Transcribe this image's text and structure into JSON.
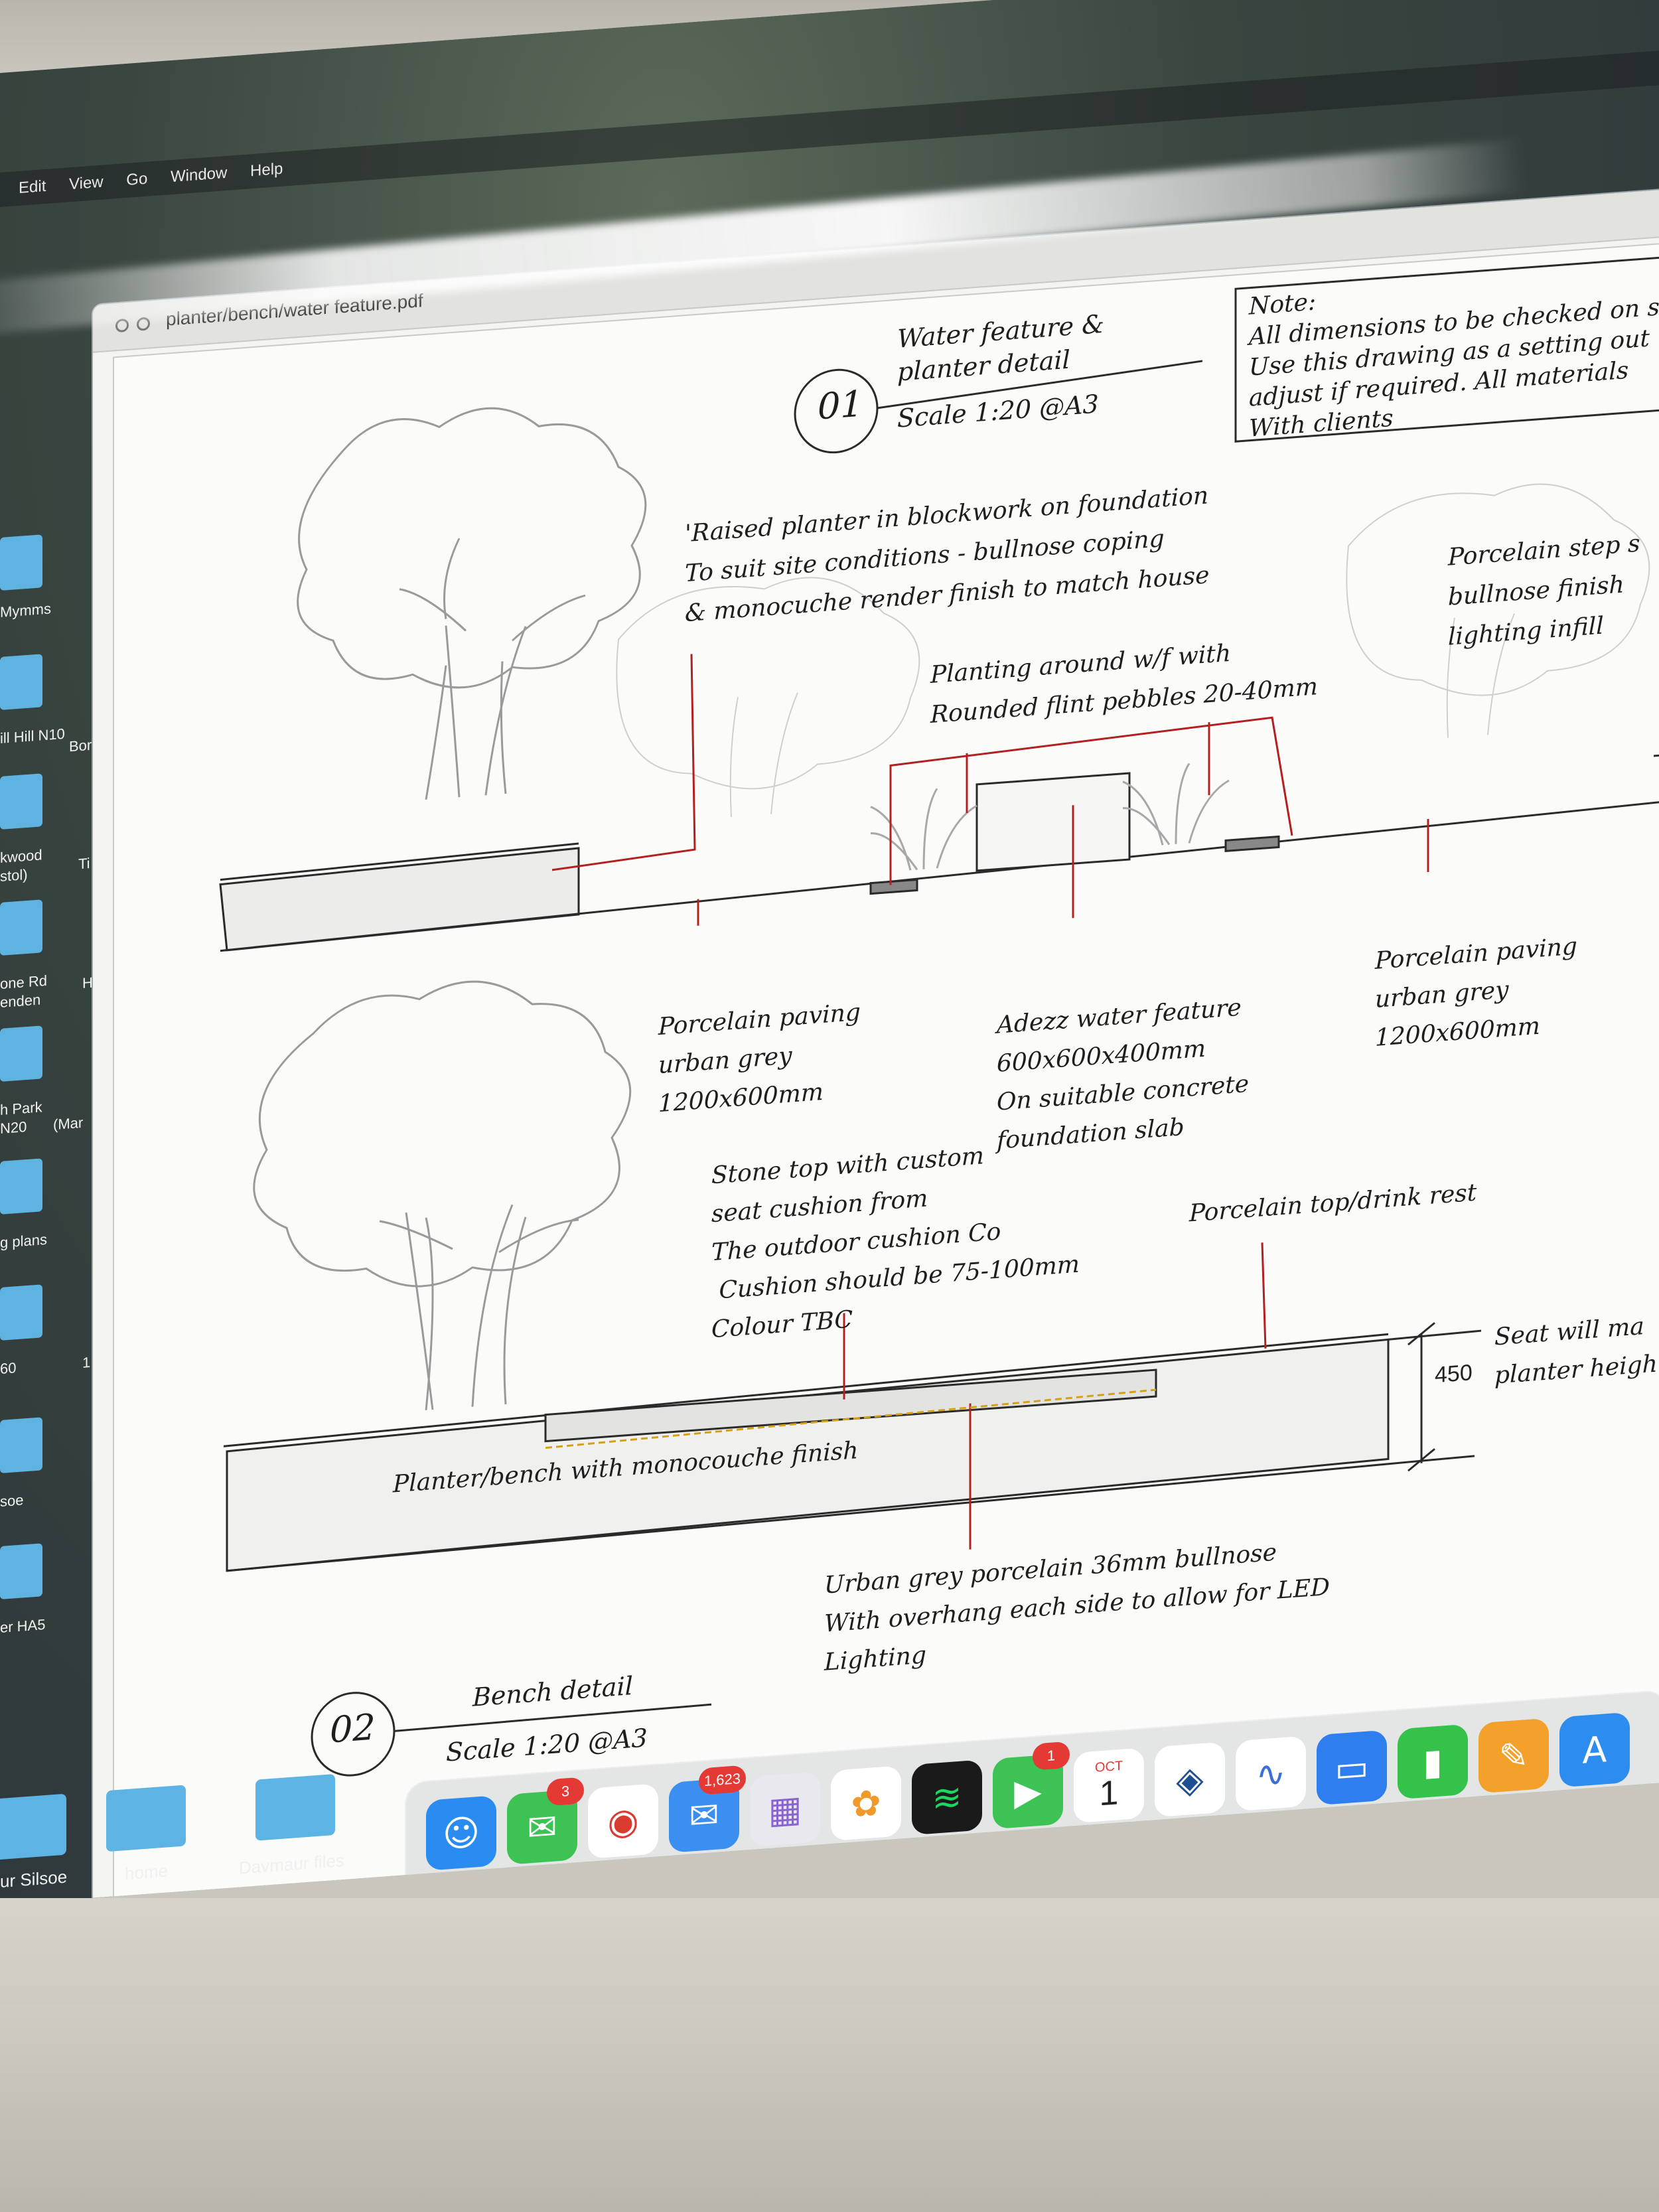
{
  "menubar": {
    "items": [
      "Edit",
      "View",
      "Go",
      "Window",
      "Help"
    ]
  },
  "desktop": {
    "labels": [
      "Mymms",
      "ill Hill N10",
      "Bor",
      "kwood",
      "stol)",
      "Ti",
      "one Rd",
      "enden",
      "H",
      "h Park",
      "N20",
      "(Mar",
      "g plans",
      "60",
      "1",
      "soe",
      "er HA5"
    ],
    "bottom_folders": [
      "ur Silsoe",
      "home",
      "Davmaur files"
    ]
  },
  "window": {
    "title": "planter/bench/water feature.pdf"
  },
  "drawing": {
    "section1": {
      "number": "01",
      "title_line1": "Water feature &",
      "title_line2": "planter detail",
      "scale": "Scale 1:20 @A3"
    },
    "note": {
      "heading": "Note:",
      "lines": [
        "All dimensions to be checked on s",
        "Use this drawing as a setting out",
        "adjust if required. All materials",
        "With clients"
      ]
    },
    "annotations": {
      "raised_planter": [
        "'Raised planter in blockwork on foundation",
        "To suit site conditions - bullnose coping",
        "& monocuche render finish to match house"
      ],
      "planting": [
        "Planting around w/f with",
        "Rounded flint pebbles 20-40mm"
      ],
      "porcelain_step": [
        "Porcelain step s",
        "bullnose finish",
        "lighting infill"
      ],
      "paving_left": [
        "Porcelain paving",
        "urban grey",
        "1200x600mm"
      ],
      "water_feature": [
        "Adezz water feature",
        "600x600x400mm",
        "On suitable concrete",
        "foundation slab"
      ],
      "paving_right": [
        "Porcelain paving",
        "urban grey",
        "1200x600mm"
      ],
      "stone_top": [
        "Stone top with custom",
        "seat cushion from",
        "The outdoor cushion Co",
        " Cushion should be 75-100mm",
        "Colour TBC"
      ],
      "porcelain_top": "Porcelain top/drink rest",
      "bench_body": "Planter/bench with monocouche finish",
      "seat_height": [
        "Seat will ma",
        "planter heigh"
      ],
      "dimension": "450",
      "bullnose": [
        "Urban grey porcelain 36mm bullnose",
        "With overhang each side to allow for LED",
        "Lighting"
      ]
    },
    "section2": {
      "number": "02",
      "title": "Bench detail",
      "scale": "Scale 1:20 @A3"
    }
  },
  "dock": {
    "apps": [
      {
        "name": "Finder",
        "icon": "finder-icon",
        "color": "#2a8cf0",
        "badge": "",
        "running": true
      },
      {
        "name": "Messages",
        "icon": "messages-icon",
        "color": "#3cc354",
        "badge": "3",
        "running": true
      },
      {
        "name": "Chrome",
        "icon": "chrome-icon",
        "color": "#ffffff",
        "badge": "",
        "running": true
      },
      {
        "name": "Mail",
        "icon": "mail-icon",
        "color": "#3b8ff0",
        "badge": "1,623",
        "running": true
      },
      {
        "name": "Launchpad",
        "icon": "launchpad-icon",
        "color": "#e8e8ee",
        "badge": "",
        "running": false
      },
      {
        "name": "Photos",
        "icon": "photos-icon",
        "color": "#ffffff",
        "badge": "",
        "running": false
      },
      {
        "name": "Spotify",
        "icon": "spotify-icon",
        "color": "#1a1a1a",
        "badge": "",
        "running": true
      },
      {
        "name": "FaceTime",
        "icon": "facetime-icon",
        "color": "#3cc354",
        "badge": "1",
        "running": false
      },
      {
        "name": "Calendar",
        "icon": "calendar-icon",
        "color": "#ffffff",
        "badge": "",
        "running": false,
        "month": "OCT",
        "day": "1"
      },
      {
        "name": "SketchUp",
        "icon": "sketchup-icon",
        "color": "#ffffff",
        "badge": "",
        "running": true
      },
      {
        "name": "Freeform",
        "icon": "freeform-icon",
        "color": "#ffffff",
        "badge": "",
        "running": false
      },
      {
        "name": "Keynote",
        "icon": "keynote-icon",
        "color": "#2f7ef0",
        "badge": "",
        "running": false
      },
      {
        "name": "Numbers",
        "icon": "numbers-icon",
        "color": "#35c24b",
        "badge": "",
        "running": false
      },
      {
        "name": "Pages",
        "icon": "pages-icon",
        "color": "#f3a12b",
        "badge": "",
        "running": false
      },
      {
        "name": "App Store",
        "icon": "app-store-icon",
        "color": "#2d8cf0",
        "badge": "",
        "running": false
      }
    ]
  }
}
